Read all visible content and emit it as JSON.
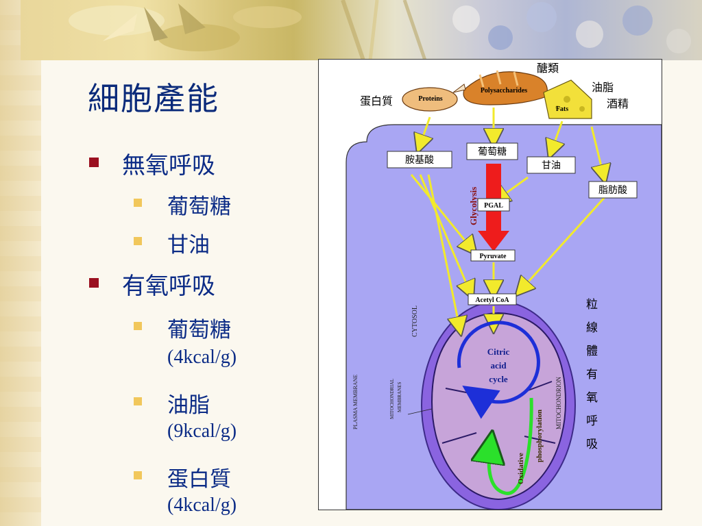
{
  "slide": {
    "title": "細胞產能",
    "bullets": [
      {
        "label": "無氧呼吸",
        "items": [
          {
            "text": "葡萄糖"
          },
          {
            "text": "甘油"
          }
        ]
      },
      {
        "label": "有氧呼吸",
        "items": [
          {
            "text": "葡萄糖",
            "detail": "(4kcal/g)"
          },
          {
            "text": "油脂",
            "detail": "(9kcal/g)"
          },
          {
            "text": "蛋白質",
            "detail": "(4kcal/g)"
          }
        ]
      }
    ]
  },
  "diagram": {
    "top_labels": {
      "sugars": "醣類",
      "protein": "蛋白質",
      "fats_oils": "油脂",
      "alcohol": "酒精"
    },
    "food_labels": {
      "proteins": "Proteins",
      "polysaccharides": "Polysaccharides",
      "fats": "Fats"
    },
    "boxes": {
      "amino_acids": "胺基酸",
      "glucose": "葡萄糖",
      "glycerol": "甘油",
      "fatty_acids": "脂肪酸",
      "pgal": "PGAL",
      "pyruvate": "Pyruvate",
      "acetyl_coa": "Acetyl CoA"
    },
    "glycolysis": "Glycolysis",
    "cycle": [
      "Citric",
      "acid",
      "cycle"
    ],
    "oxidative": [
      "Oxidative",
      "phosphorylation"
    ],
    "cytosol": "CYTOSOL",
    "plasma_membrane": "PLASMA MEMBRANE",
    "mito_membranes": [
      "MITOCHONDRIAL",
      "MEMBRANES"
    ],
    "mitochondrion": "MITOCHONDRION",
    "side_chars": [
      "粒",
      "線",
      "體",
      "有",
      "氧",
      "呼",
      "吸"
    ]
  }
}
